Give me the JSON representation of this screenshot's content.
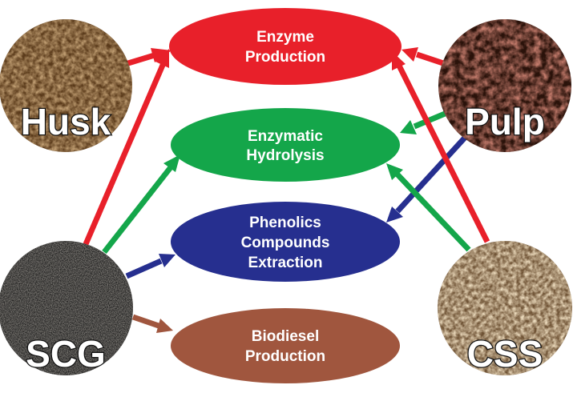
{
  "sources": {
    "husk": {
      "label": "Husk"
    },
    "pulp": {
      "label": "Pulp"
    },
    "scg": {
      "label": "SCG"
    },
    "css": {
      "label": "CSS"
    }
  },
  "processes": {
    "enzyme_production": {
      "lines": [
        "Enzyme",
        "Production"
      ],
      "color": "#e8202a"
    },
    "enzymatic_hydrolysis": {
      "lines": [
        "Enzymatic",
        "Hydrolysis"
      ],
      "color": "#14a64a"
    },
    "phenolics_extraction": {
      "lines": [
        "Phenolics",
        "Compounds",
        "Extraction"
      ],
      "color": "#262f8f"
    },
    "biodiesel_production": {
      "lines": [
        "Biodiesel",
        "Production"
      ],
      "color": "#a0563e"
    }
  },
  "colors": {
    "red": "#e8202a",
    "green": "#14a64a",
    "blue": "#262f8f",
    "brown": "#a0563e",
    "husk_texture": "#8a5a2e",
    "pulp_texture": "#3a1a10",
    "scg_texture": "#1c1c1c",
    "css_texture": "#a88860"
  },
  "connections": [
    {
      "from": "husk",
      "to": "enzyme_production",
      "color": "red"
    },
    {
      "from": "pulp",
      "to": "enzyme_production",
      "color": "red"
    },
    {
      "from": "pulp",
      "to": "enzymatic_hydrolysis",
      "color": "green"
    },
    {
      "from": "pulp",
      "to": "phenolics_extraction",
      "color": "blue"
    },
    {
      "from": "scg",
      "to": "enzyme_production",
      "color": "red"
    },
    {
      "from": "scg",
      "to": "enzymatic_hydrolysis",
      "color": "green"
    },
    {
      "from": "scg",
      "to": "phenolics_extraction",
      "color": "blue"
    },
    {
      "from": "scg",
      "to": "biodiesel_production",
      "color": "brown"
    },
    {
      "from": "css",
      "to": "enzyme_production",
      "color": "red"
    },
    {
      "from": "css",
      "to": "enzymatic_hydrolysis",
      "color": "green"
    }
  ]
}
